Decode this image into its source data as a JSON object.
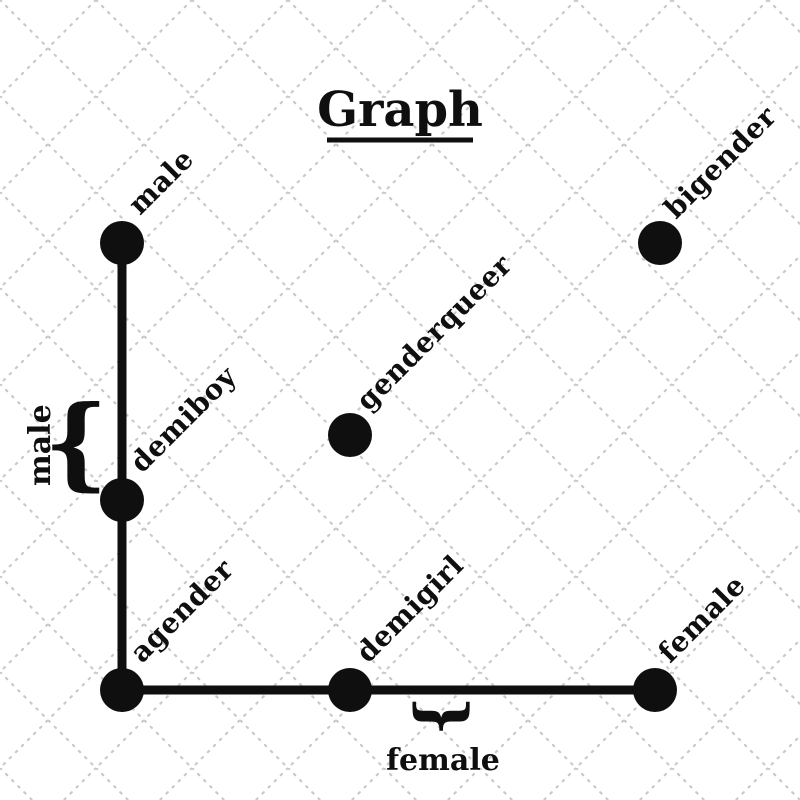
{
  "title": "Graph",
  "colors": {
    "ink": "#0f0f0f",
    "lattice": "#c9c9c9",
    "background": "#ffffff"
  },
  "nodes": {
    "male": {
      "label": "male"
    },
    "bigender": {
      "label": "bigender"
    },
    "genderqueer": {
      "label": "genderqueer"
    },
    "demiboy": {
      "label": "demiboy"
    },
    "agender": {
      "label": "agender"
    },
    "demigirl": {
      "label": "demigirl"
    },
    "female": {
      "label": "female"
    }
  },
  "braces": {
    "left_label": "male",
    "bottom_label": "female",
    "left_glyph": "{",
    "bottom_glyph": "{"
  },
  "diagram": {
    "type": "node-graph",
    "title": "Graph",
    "node_list": [
      "male",
      "bigender",
      "genderqueer",
      "demiboy",
      "agender",
      "demigirl",
      "female"
    ],
    "edges": [
      [
        "male",
        "demiboy"
      ],
      [
        "demiboy",
        "agender"
      ],
      [
        "agender",
        "demigirl"
      ],
      [
        "demigirl",
        "female"
      ]
    ],
    "isolated_nodes": [
      "bigender",
      "genderqueer"
    ],
    "annotations": [
      {
        "glyph": "curly-brace",
        "side": "left-of-vertical-edge",
        "label": "male"
      },
      {
        "glyph": "curly-brace",
        "side": "below-horizontal-edge",
        "label": "female"
      }
    ]
  }
}
